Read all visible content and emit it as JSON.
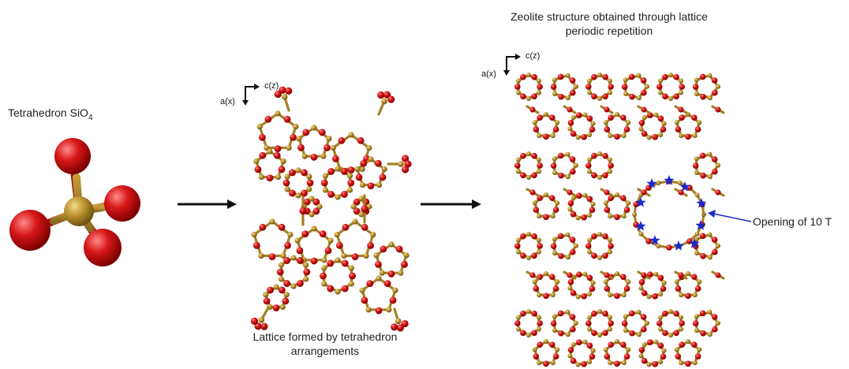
{
  "labels": {
    "tetra_prefix": "Tetrahedron SiO",
    "tetra_sub": "4",
    "lattice_caption": [
      "Lattice formed by tetrahedron",
      "arrangements"
    ],
    "zeolite_caption": [
      "Zeolite structure obtained through lattice",
      "periodic repetition"
    ],
    "opening": "Opening of 10 T",
    "axis_c": "c(z)",
    "axis_a": "a(x)"
  },
  "colors": {
    "oxygen": "#d01515",
    "oxygen_dark": "#8a0000",
    "silicon": "#b08a2a",
    "bond": "#a07b26",
    "marker": "#1a2acc",
    "arrow": "#111111"
  },
  "icons": {
    "flow_arrow": "arrow-right-icon",
    "axis": "axis-corner-icon",
    "marker": "star-icon"
  }
}
